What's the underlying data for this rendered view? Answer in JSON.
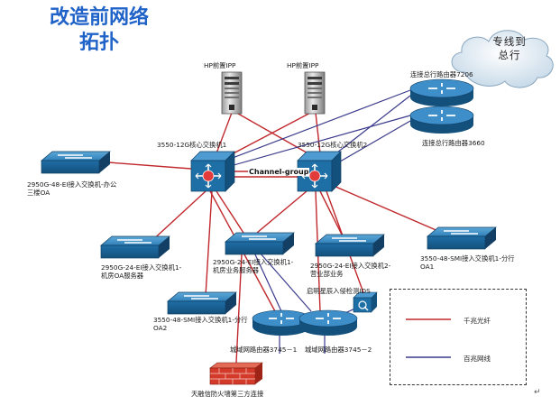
{
  "title_line1": "改造前网络",
  "title_line2": "拓扑",
  "cloud_label_line1": "专线到",
  "cloud_label_line2": "总行",
  "servers": [
    {
      "id": "srv1",
      "label": "HP前置IPP"
    },
    {
      "id": "srv2",
      "label": "HP前置IPP"
    }
  ],
  "core_switches": [
    {
      "id": "core1",
      "label": "3550-12G核心交换机1"
    },
    {
      "id": "core2",
      "label": "3550-12G核心交换机2"
    }
  ],
  "channel_group_label": "Channel-group",
  "routers_top": [
    {
      "id": "r7206",
      "label": "连接总行路由器7206"
    },
    {
      "id": "r3660",
      "label": "连接总行路由器3660"
    }
  ],
  "access_switches": [
    {
      "id": "sw_office",
      "label": "2950G-48-EI接入交换机-办公三楼OA"
    },
    {
      "id": "sw_room",
      "label": "2950G-24-EI接入交换机1-机房OA服务器"
    },
    {
      "id": "sw_center",
      "label": "2950G-24-EI接入交换机1-机房业务服务器"
    },
    {
      "id": "sw_floor2",
      "label": "2950G-24-EI接入交换机2-营业部业务"
    },
    {
      "id": "sw_3550a1",
      "label": "3550-48-SMI接入交换机1-分行OA1"
    },
    {
      "id": "sw_3550a2",
      "label": "3550-48-SMI接入交换机1-分行OA2"
    }
  ],
  "access_routers": [
    {
      "id": "r3745a",
      "label": "城域网路由器3745－1"
    },
    {
      "id": "r3745b",
      "label": "城域网路由器3745－2"
    }
  ],
  "modem_label": "启明星辰入侵检测IDS",
  "firewall_label": "天融信防火墙第三方连接",
  "legend": [
    {
      "label": "千兆光纤",
      "color": "#c0282d"
    },
    {
      "label": "百兆网线",
      "color": "#3a3a8c"
    }
  ],
  "colors": {
    "gigabit": "#c0282d",
    "fast": "#3a3a8c",
    "title": "#1f62c8",
    "device_blue": "#1e6fa6",
    "firewall": "#d43a2a"
  },
  "icons": {
    "switch": "workgroup-switch-icon",
    "core": "multilayer-switch-icon",
    "router": "router-icon",
    "server": "server-tower-icon",
    "cloud": "cloud-icon",
    "firewall": "firewall-icon",
    "ids": "ids-sensor-icon"
  }
}
